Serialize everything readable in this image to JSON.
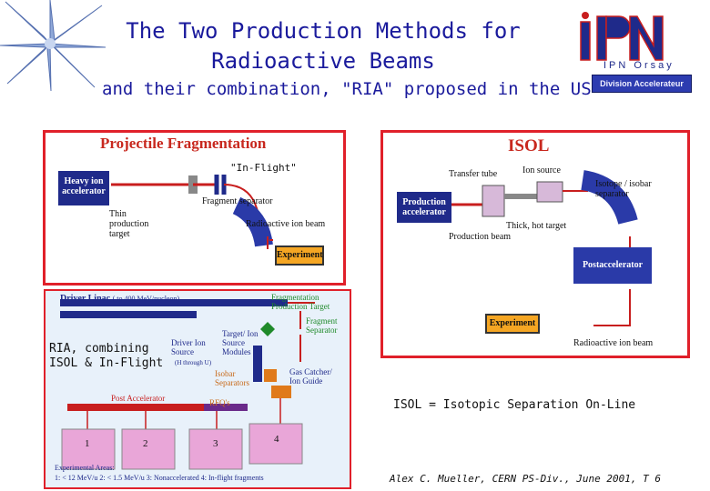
{
  "slide": {
    "title": "The Two Production Methods for Radioactive Beams",
    "subtitle": "and their combination, \"RIA\" proposed in the US",
    "logo_text": "IPN Orsay",
    "logo_banner": "Division Accelerateur"
  },
  "fragmentation": {
    "heading": "Projectile Fragmentation",
    "in_flight": "\"In-Flight\"",
    "heavy_ion": "Heavy ion accelerator",
    "thin_target": "Thin production target",
    "fragment_separator": "Fragment separator",
    "radioactive_beam": "Radioactive ion beam",
    "experiment": "Experiment"
  },
  "isol": {
    "heading": "ISOL",
    "transfer_tube": "Transfer tube",
    "ion_source": "Ion source",
    "isobar_separator": "Isotope / isobar separator",
    "production_accelerator": "Production accelerator",
    "thick_target": "Thick, hot target",
    "production_beam": "Production beam",
    "postaccelerator": "Postaccelerator",
    "experiment": "Experiment",
    "radioactive_beam": "Radioactive ion beam"
  },
  "ria": {
    "caption": "RIA, combining ISOL & In-Flight",
    "driver_linac": "Driver Linac",
    "driver_linac_note": "( to 400 MeV/nucleon)",
    "frag_target": "Fragmentation Production Target",
    "fragment_separator": "Fragment Separator",
    "target_modules": "Target/ Ion Source Modules",
    "driver_ion_source": "Driver Ion Source",
    "u_note": "(H through U)",
    "gas_catcher": "Gas Catcher/ Ion Guide",
    "isobar_separators": "Isobar Separators",
    "post_accelerator": "Post Accelerator",
    "rfqs": "RFQ's",
    "areas_title": "Experimental Areas:",
    "areas_text": "1: < 12 MeV/u   2: < 1.5 MeV/u   3: Nonaccelerated   4: In-flight fragments",
    "area_labels": [
      "1",
      "2",
      "3",
      "4"
    ]
  },
  "isol_definition": "ISOL = Isotopic Separation On-Line",
  "credit": "Alex C. Mueller, CERN PS-Div., June 2001, T 6",
  "colors": {
    "title": "#1a1a9c",
    "frame": "#e0202a",
    "accel": "#1f2a8a",
    "experiment": "#f5a623"
  }
}
